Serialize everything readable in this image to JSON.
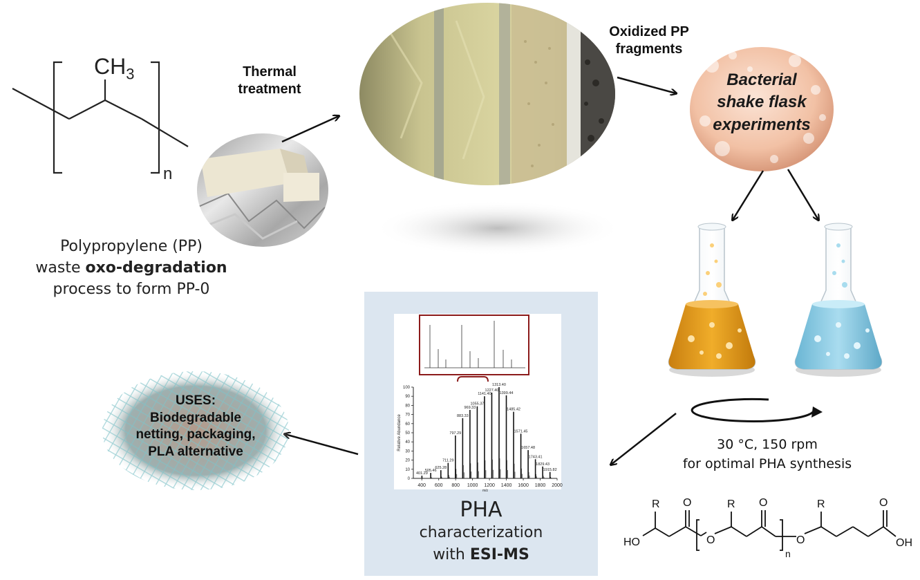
{
  "pp_structure": {
    "ch3": "CH3",
    "ch3_main": "CH",
    "ch3_sub": "3",
    "n": "n"
  },
  "pp_caption": {
    "line1": "Polypropylene (PP)",
    "line2_pre": "waste ",
    "line2_bold": "oxo-degradation",
    "line3": "process to form PP-0"
  },
  "thermal_label": {
    "line1": "Thermal",
    "line2": "treatment"
  },
  "oxidized_label": {
    "line1": "Oxidized PP",
    "line2": "fragments"
  },
  "bacterial_bubble": {
    "line1": "Bacterial",
    "line2": "shake flask",
    "line3": "experiments"
  },
  "conditions": {
    "line1": "30 °C, 150 rpm",
    "line2": "for optimal PHA synthesis"
  },
  "pha_panel": {
    "title": "PHA",
    "line2": "characterization",
    "line3_pre": "with ",
    "line3_bold": "ESI-MS"
  },
  "uses": {
    "line1": "USES:",
    "line2": "Biodegradable",
    "line3": "netting, packaging,",
    "line4": "PLA alternative"
  },
  "pha_structure": {
    "r": "R",
    "o": "O",
    "ho": "HO",
    "oh": "OH",
    "n": "n"
  },
  "colors": {
    "flask_orange": "#e8a21c",
    "flask_blue": "#8fcde6",
    "panel_bg": "#dce6f0",
    "bubble": "#f3c9b0",
    "spectrum_frame": "#8b1a1a"
  },
  "chart_data": {
    "type": "bar",
    "xlabel": "m/z",
    "ylabel": "Relative Abundance",
    "xlim": [
      300,
      2000
    ],
    "ylim": [
      0,
      100
    ],
    "x_ticks": [
      "400",
      "600",
      "800",
      "1000",
      "1200",
      "1400",
      "1600",
      "1800",
      "2000"
    ],
    "y_ticks": [
      "0",
      "10",
      "20",
      "30",
      "40",
      "50",
      "60",
      "70",
      "80",
      "90",
      "100"
    ],
    "peaks": [
      {
        "x": 401.29,
        "y": 3,
        "label": "401.29"
      },
      {
        "x": 505.46,
        "y": 6,
        "label": "505.46"
      },
      {
        "x": 625.28,
        "y": 9,
        "label": "625.28"
      },
      {
        "x": 711.29,
        "y": 17,
        "label": "711.29"
      },
      {
        "x": 797.29,
        "y": 47,
        "label": "797.29"
      },
      {
        "x": 883.33,
        "y": 66,
        "label": "883.33"
      },
      {
        "x": 969.33,
        "y": 75,
        "label": "969.33"
      },
      {
        "x": 1055.37,
        "y": 79,
        "label": "1055.37"
      },
      {
        "x": 1141.4,
        "y": 90,
        "label": "1141.40"
      },
      {
        "x": 1227.4,
        "y": 94,
        "label": "1227.40"
      },
      {
        "x": 1313.4,
        "y": 100,
        "label": "1313.40"
      },
      {
        "x": 1399.44,
        "y": 91,
        "label": "1399.44"
      },
      {
        "x": 1485.42,
        "y": 73,
        "label": "1485.42"
      },
      {
        "x": 1571.45,
        "y": 49,
        "label": "1571.45"
      },
      {
        "x": 1657.48,
        "y": 31,
        "label": "1657.48"
      },
      {
        "x": 1743.41,
        "y": 21,
        "label": "1743.41"
      },
      {
        "x": 1829.43,
        "y": 13,
        "label": "1829.43"
      },
      {
        "x": 1915.82,
        "y": 7,
        "label": "1915.82"
      }
    ]
  }
}
